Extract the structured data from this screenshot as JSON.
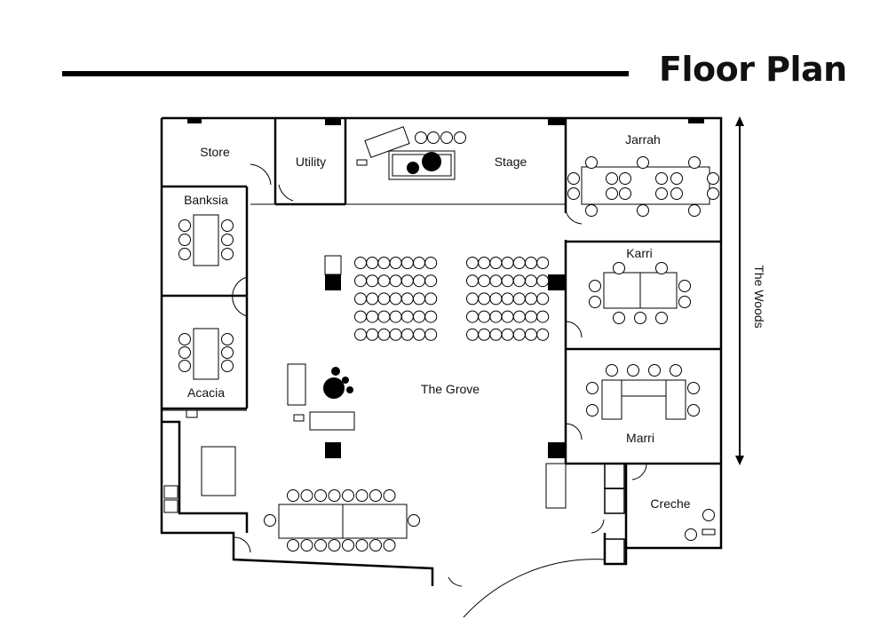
{
  "title": "Floor Plan",
  "side_label": "The Woods",
  "rooms": {
    "store": "Store",
    "utility": "Utility",
    "stage": "Stage",
    "jarrah": "Jarrah",
    "banksia": "Banksia",
    "karri": "Karri",
    "acacia": "Acacia",
    "grove": "The Grove",
    "marri": "Marri",
    "creche": "Creche"
  }
}
